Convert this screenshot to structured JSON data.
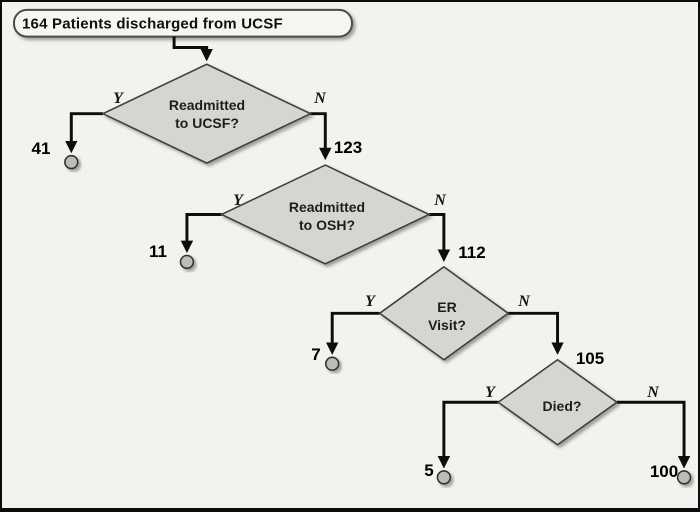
{
  "title": "164 Patients discharged from UCSF",
  "nodes": [
    {
      "question": "Readmitted\nto UCSF?",
      "yes_label": "Y",
      "no_label": "N",
      "yes_count": "41",
      "no_count": "123"
    },
    {
      "question": "Readmitted\nto OSH?",
      "yes_label": "Y",
      "no_label": "N",
      "yes_count": "11",
      "no_count": "112"
    },
    {
      "question": "ER\nVisit?",
      "yes_label": "Y",
      "no_label": "N",
      "yes_count": "7",
      "no_count": "105"
    },
    {
      "question": "Died?",
      "yes_label": "Y",
      "no_label": "N",
      "yes_count": "5",
      "no_count": "100"
    }
  ],
  "colors": {
    "background": "#f3f2ef",
    "diamond_fill": "#d6d5d2",
    "diamond_stroke": "#3f3f3f",
    "line": "#0d0d0d",
    "terminal_fill": "#bdbcba",
    "frame": "#0c0c0c"
  }
}
